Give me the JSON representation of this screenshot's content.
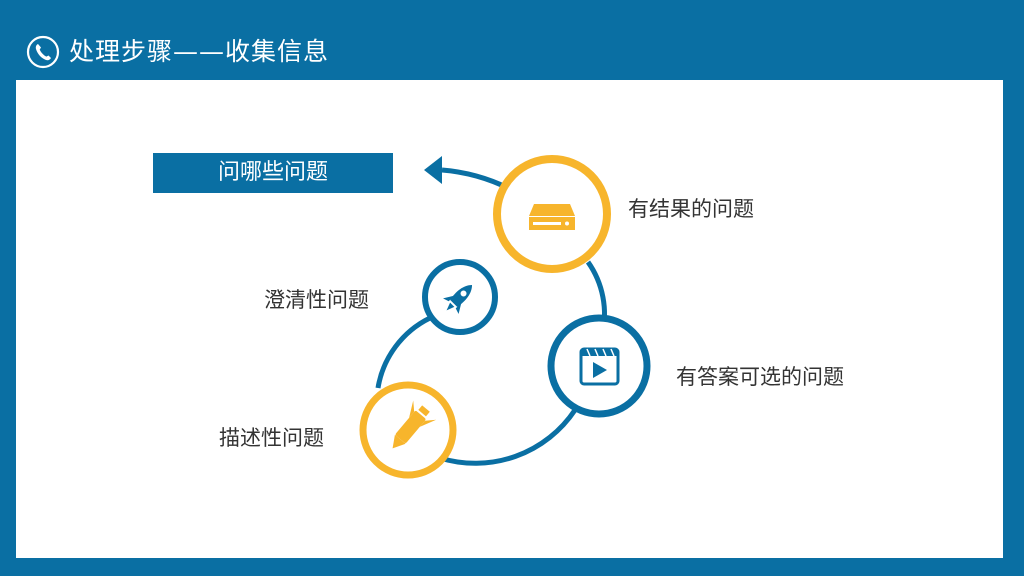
{
  "header": {
    "title": "处理步骤——收集信息",
    "icon": "phone-icon"
  },
  "colors": {
    "primary": "#0a6fa3",
    "accent": "#f7b52c",
    "text": "#333333",
    "background": "#ffffff"
  },
  "diagram": {
    "start_label": "问哪些问题",
    "nodes": [
      {
        "label": "有结果的问题",
        "icon": "drive-icon",
        "color": "accent"
      },
      {
        "label": "有答案可选的问题",
        "icon": "video-play-icon",
        "color": "primary"
      },
      {
        "label": "描述性问题",
        "icon": "missile-icon",
        "color": "accent"
      },
      {
        "label": "澄清性问题",
        "icon": "rocket-icon",
        "color": "primary"
      }
    ]
  }
}
